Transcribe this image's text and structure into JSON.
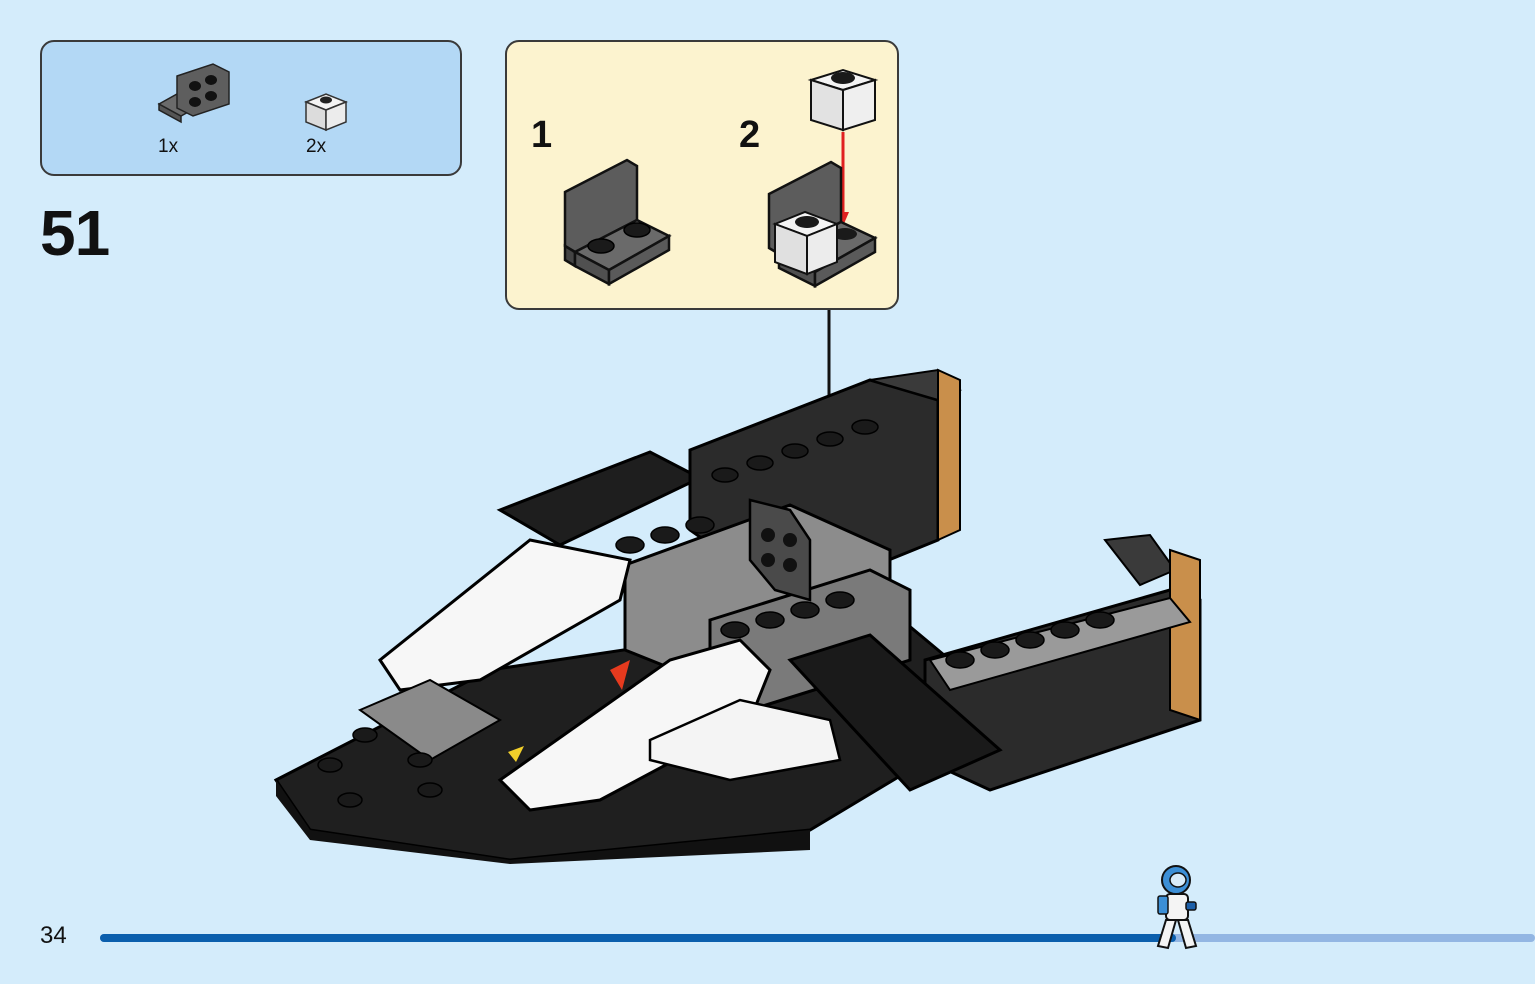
{
  "parts_list": {
    "items": [
      {
        "name": "dark-gray-bracket-plate-icon",
        "quantity": "1x"
      },
      {
        "name": "white-brick-1x1-icon",
        "quantity": "2x"
      }
    ]
  },
  "step": {
    "number": "51"
  },
  "sub_assembly": {
    "steps": [
      {
        "number": "1"
      },
      {
        "number": "2"
      }
    ]
  },
  "footer": {
    "page_number": "34",
    "progress": 0.75
  },
  "colors": {
    "background": "#d4ecfb",
    "parts_box": "#b3d8f5",
    "sub_assembly_box": "#fcf3cf",
    "progress_fill": "#0b5fad",
    "progress_track": "#93b6e3",
    "arrow_red": "#e02020"
  }
}
